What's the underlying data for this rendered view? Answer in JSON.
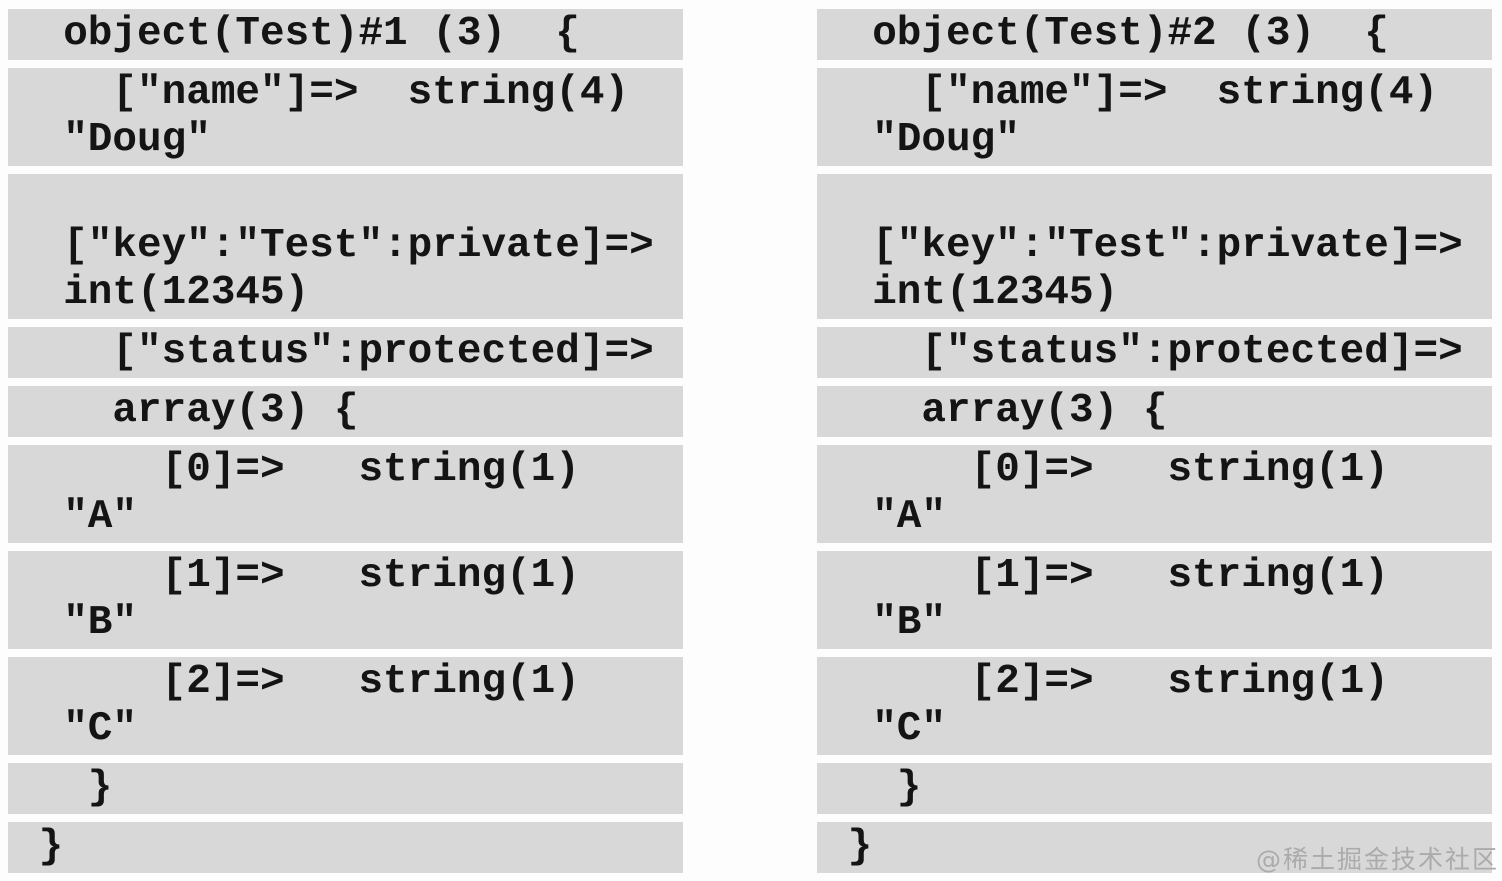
{
  "theme": {
    "page_background": "#fdfdfd",
    "bar_background": "#d8d8d8",
    "text_color": "#141414",
    "watermark_color": "#ababab"
  },
  "columns": [
    {
      "name": "object-test-1-dump",
      "blocks": [
        {
          "lines": [
            "  object(Test)#1 (3)  {"
          ]
        },
        {
          "lines": [
            "    [\"name\"]=>  string(4)",
            "  \"Doug\""
          ]
        },
        {
          "lines": [
            "",
            "  [\"key\":\"Test\":private]=>",
            "  int(12345)"
          ]
        },
        {
          "lines": [
            "    [\"status\":protected]=>"
          ]
        },
        {
          "lines": [
            "    array(3) {"
          ]
        },
        {
          "lines": [
            "      [0]=>   string(1)",
            "  \"A\""
          ]
        },
        {
          "lines": [
            "      [1]=>   string(1)",
            "  \"B\""
          ]
        },
        {
          "lines": [
            "      [2]=>   string(1)",
            "  \"C\""
          ]
        },
        {
          "lines": [
            "   }"
          ]
        },
        {
          "lines": [
            " }"
          ]
        }
      ]
    },
    {
      "name": "object-test-2-dump",
      "blocks": [
        {
          "lines": [
            "  object(Test)#2 (3)  {"
          ]
        },
        {
          "lines": [
            "    [\"name\"]=>  string(4)",
            "  \"Doug\""
          ]
        },
        {
          "lines": [
            "",
            "  [\"key\":\"Test\":private]=>",
            "  int(12345)"
          ]
        },
        {
          "lines": [
            "    [\"status\":protected]=>"
          ]
        },
        {
          "lines": [
            "    array(3) {"
          ]
        },
        {
          "lines": [
            "      [0]=>   string(1)",
            "  \"A\""
          ]
        },
        {
          "lines": [
            "      [1]=>   string(1)",
            "  \"B\""
          ]
        },
        {
          "lines": [
            "      [2]=>   string(1)",
            "  \"C\""
          ]
        },
        {
          "lines": [
            "   }"
          ]
        },
        {
          "lines": [
            " }"
          ]
        }
      ]
    }
  ],
  "watermark": {
    "text": "@稀土掘金技术社区"
  }
}
